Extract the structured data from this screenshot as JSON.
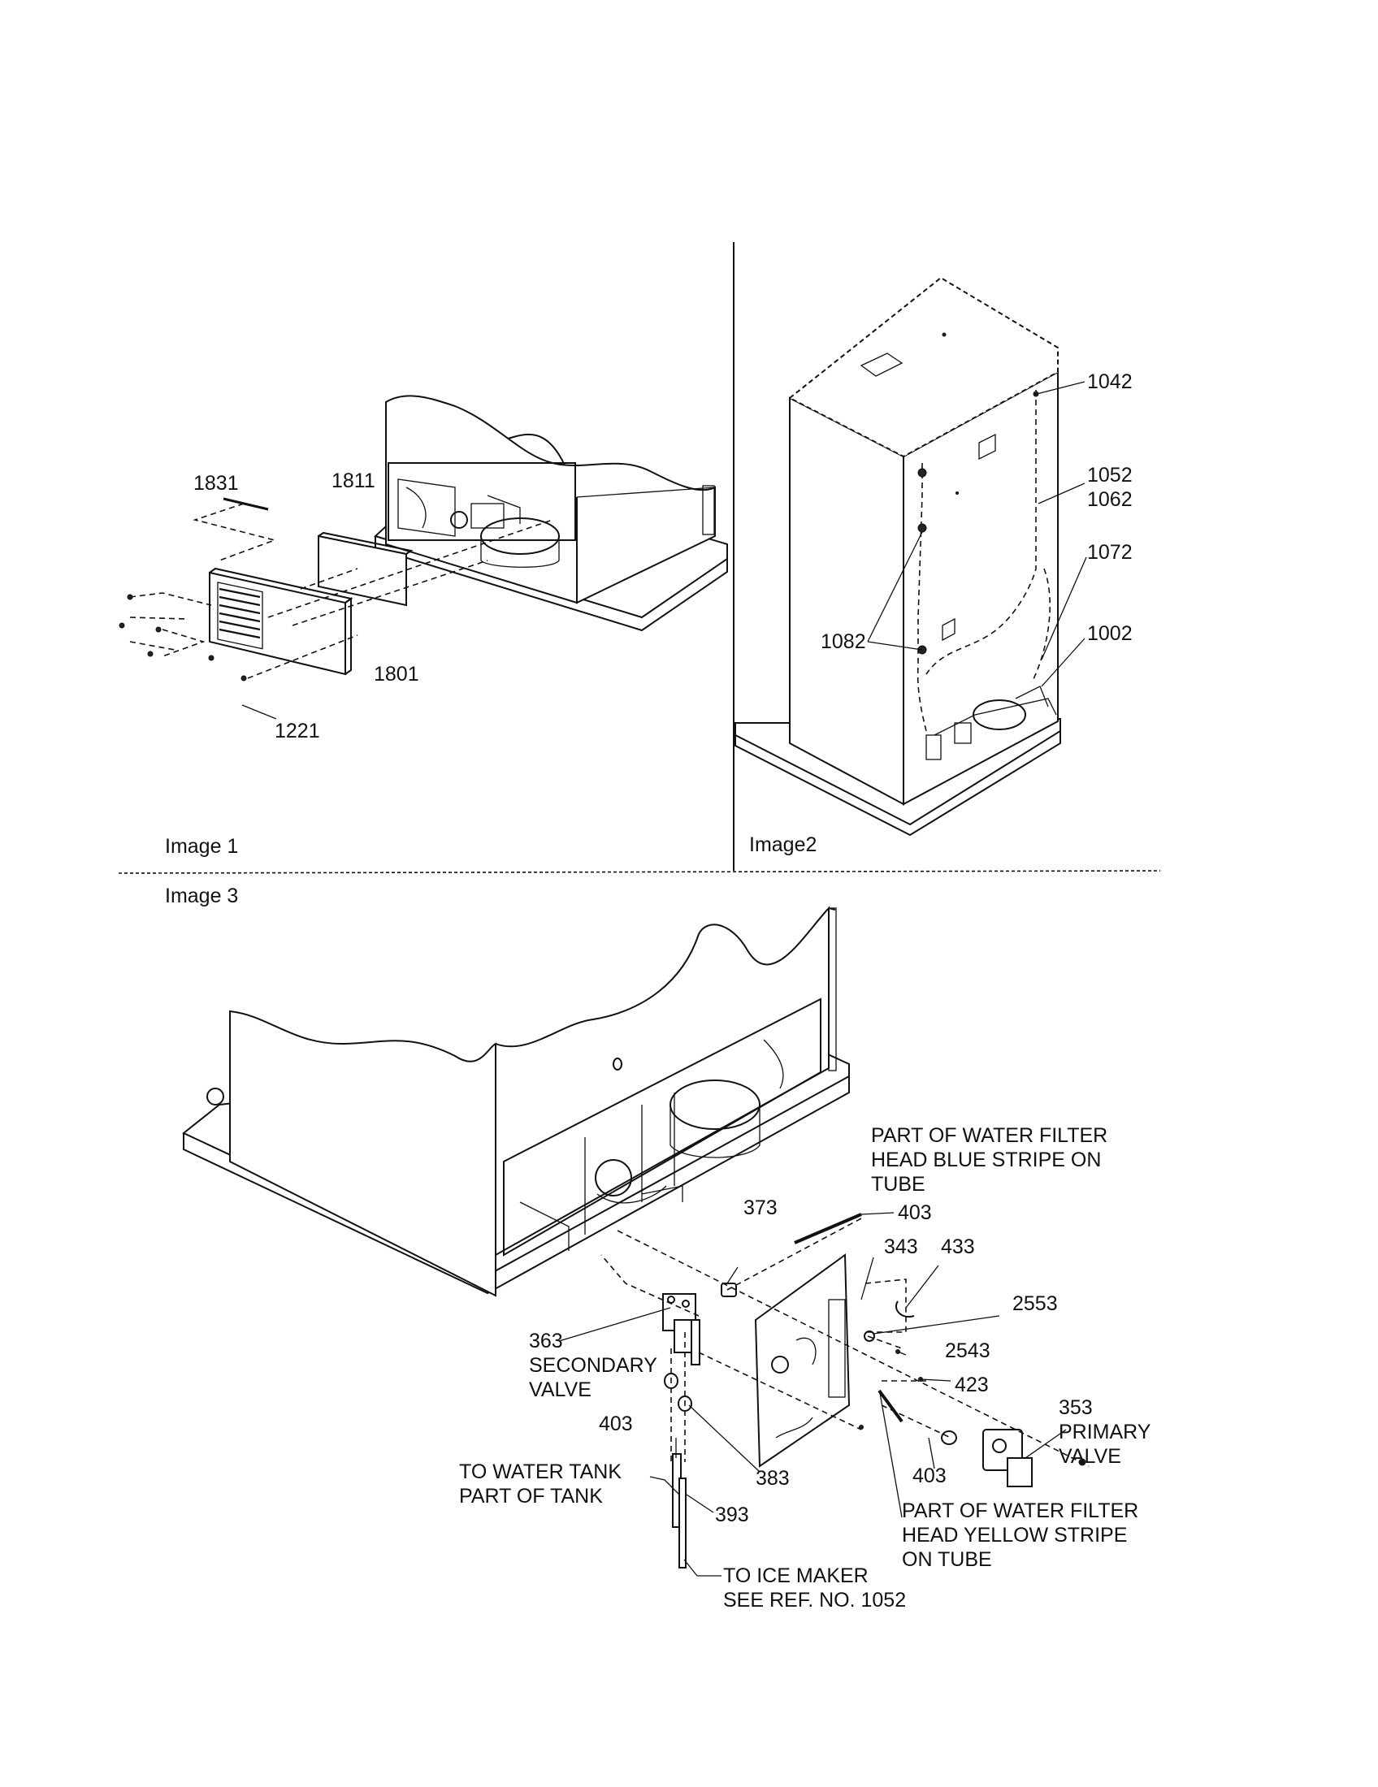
{
  "panels": {
    "image1": {
      "caption": "Image 1"
    },
    "image2": {
      "caption": "Image2"
    },
    "image3": {
      "caption": "Image 3"
    }
  },
  "image1_parts": {
    "p1831": "1831",
    "p1811": "1811",
    "p1801": "1801",
    "p1221": "1221"
  },
  "image2_parts": {
    "p1042": "1042",
    "p1052": "1052",
    "p1062": "1062",
    "p1072": "1072",
    "p1082": "1082",
    "p1002": "1002"
  },
  "image3_parts": {
    "p373": "373",
    "p403a": "403",
    "p343": "343",
    "p433": "433",
    "p2553": "2553",
    "p2543": "2543",
    "p423": "423",
    "p363": "363",
    "secondary_valve_1": "SECONDARY",
    "secondary_valve_2": "VALVE",
    "p403b": "403",
    "p383": "383",
    "p353": "353",
    "primary_valve_1": "PRIMARY",
    "primary_valve_2": "VALVE",
    "p403c": "403",
    "p393": "393",
    "blue_stripe_1": "PART OF WATER FILTER",
    "blue_stripe_2": "HEAD BLUE STRIPE ON",
    "blue_stripe_3": "TUBE",
    "yellow_stripe_1": "PART OF WATER FILTER",
    "yellow_stripe_2": "HEAD YELLOW STRIPE",
    "yellow_stripe_3": "ON TUBE",
    "water_tank_1": "TO WATER TANK",
    "water_tank_2": "PART OF TANK",
    "ice_maker_1": "TO ICE MAKER",
    "ice_maker_2": "SEE REF. NO. 1052"
  }
}
